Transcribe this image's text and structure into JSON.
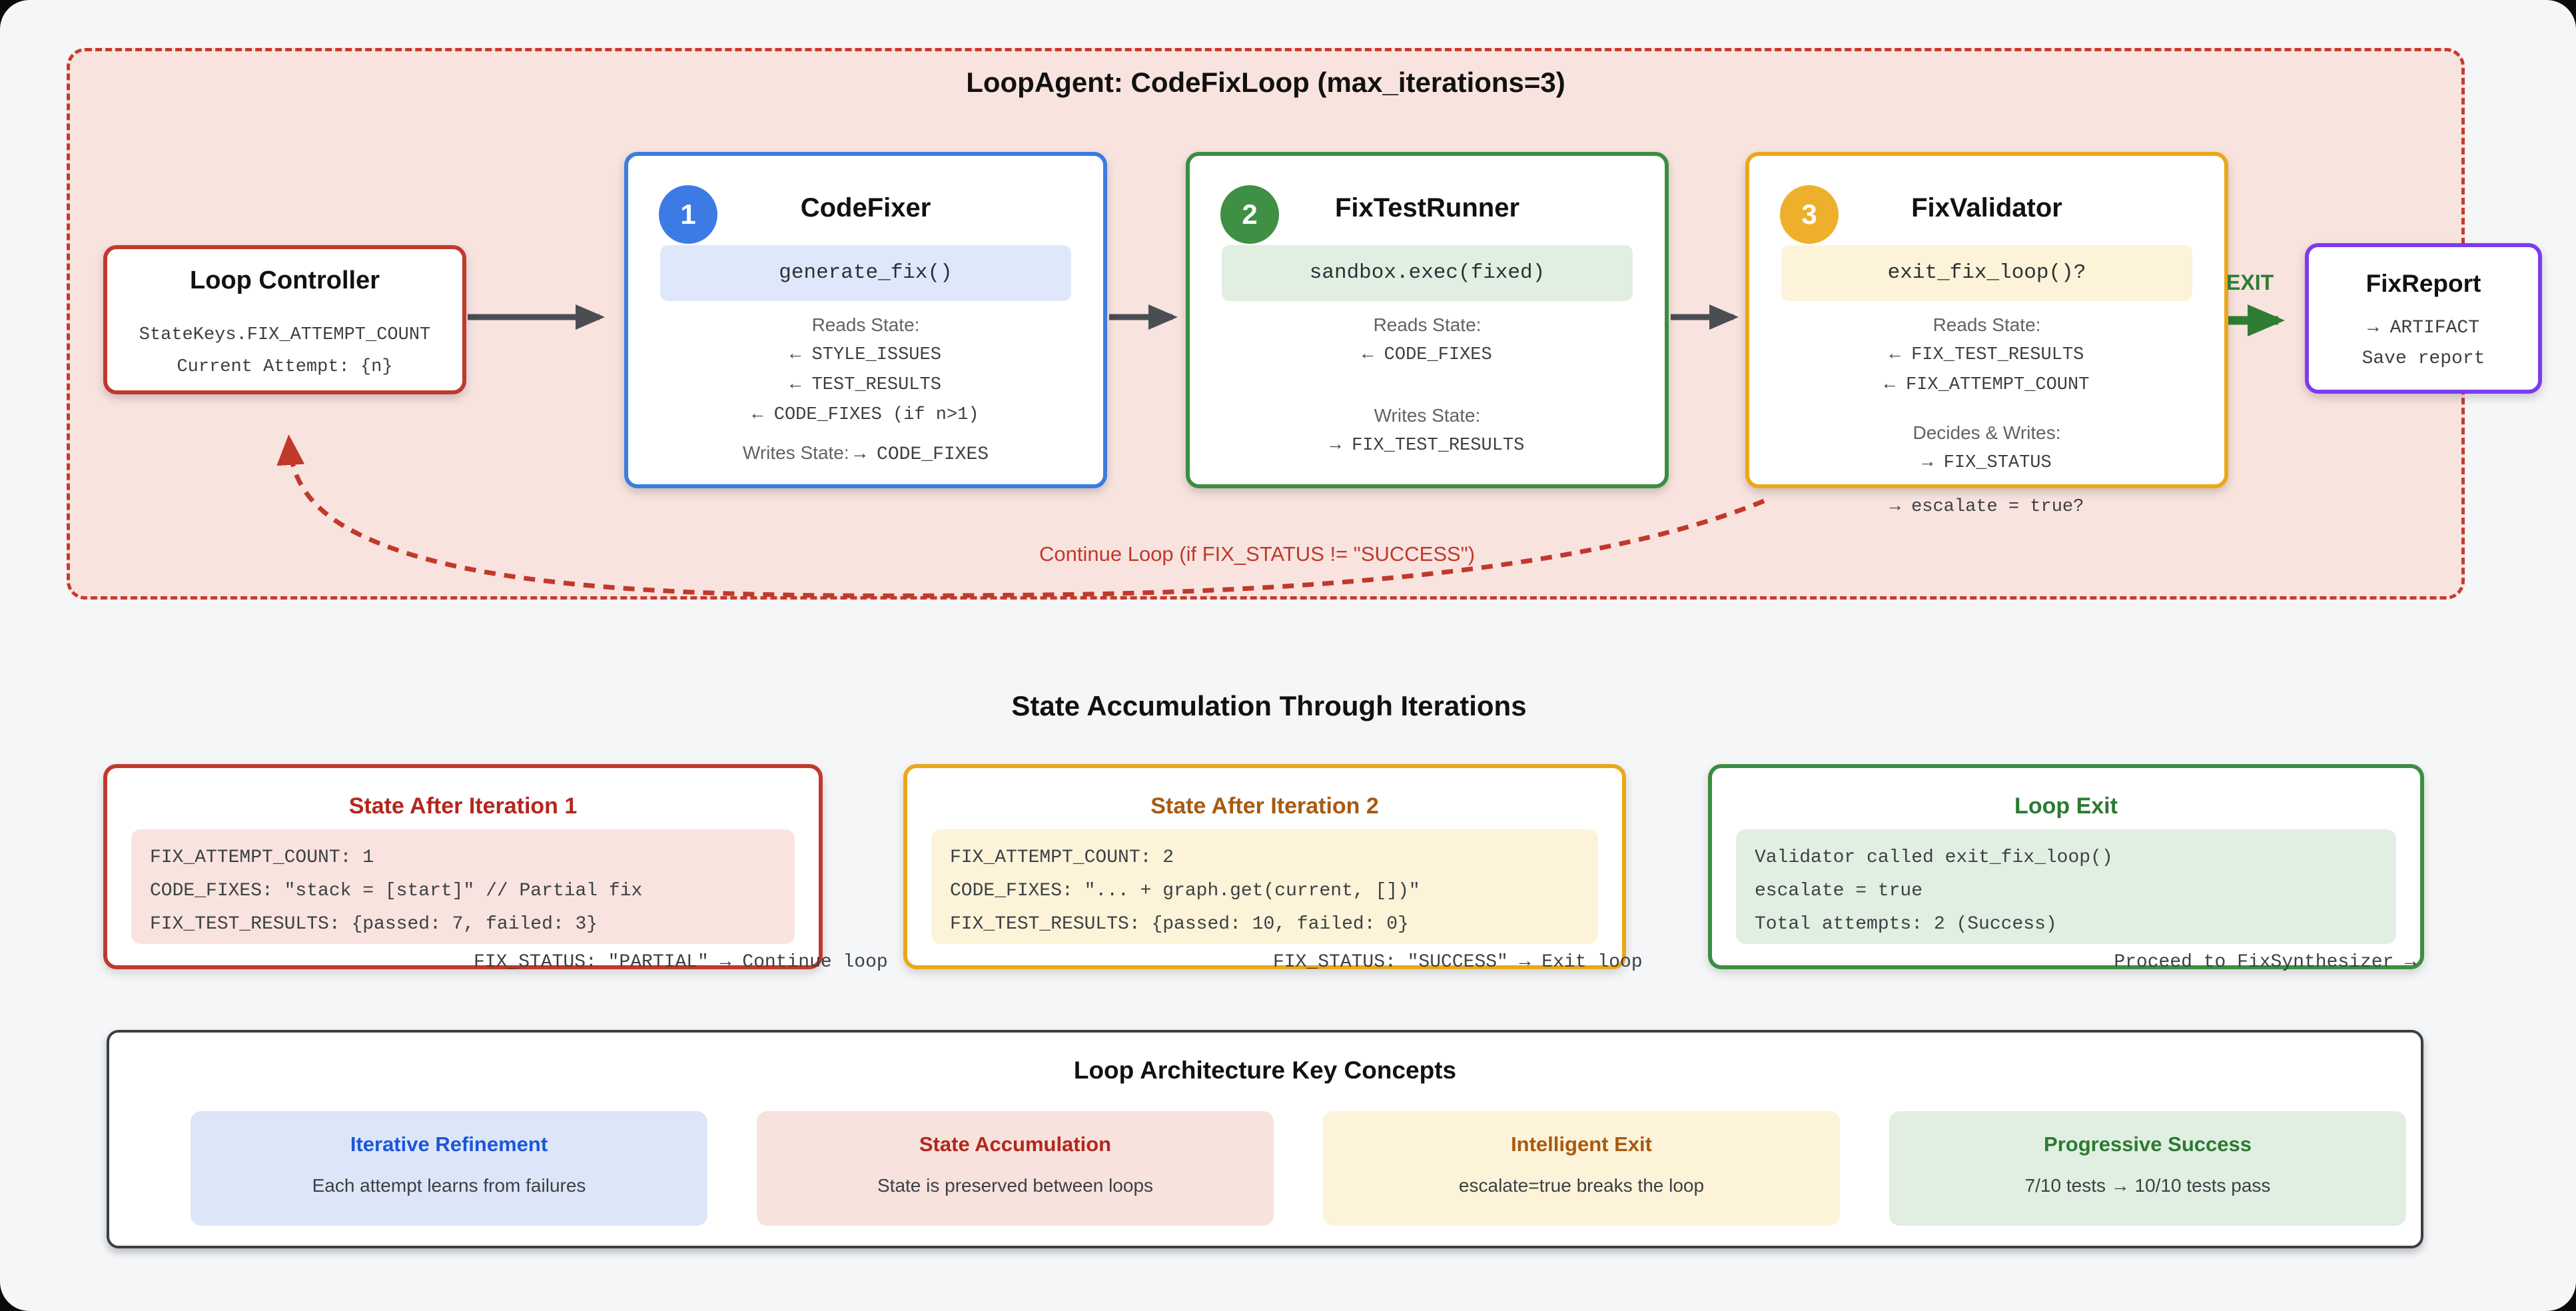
{
  "loop": {
    "title": "LoopAgent: CodeFixLoop (max_iterations=3)",
    "controller": {
      "title": "Loop Controller",
      "line1": "StateKeys.FIX_ATTEMPT_COUNT",
      "line2": "Current Attempt: {n}"
    },
    "codefixer": {
      "badge": "1",
      "title": "CodeFixer",
      "pill": "generate_fix()",
      "reads_label": "Reads State:",
      "read1": "← STYLE_ISSUES",
      "read2": "← TEST_RESULTS",
      "read3": "← CODE_FIXES (if n>1)",
      "writes_label": "Writes State:",
      "writes_value": "→ CODE_FIXES"
    },
    "fixtestrunner": {
      "badge": "2",
      "title": "FixTestRunner",
      "pill": "sandbox.exec(fixed)",
      "reads_label": "Reads State:",
      "read1": "← CODE_FIXES",
      "writes_label": "Writes State:",
      "write1": "→ FIX_TEST_RESULTS"
    },
    "fixvalidator": {
      "badge": "3",
      "title": "FixValidator",
      "pill": "exit_fix_loop()?",
      "reads_label": "Reads State:",
      "read1": "← FIX_TEST_RESULTS",
      "read2": "← FIX_ATTEMPT_COUNT",
      "decides_label": "Decides & Writes:",
      "write1": "→ FIX_STATUS",
      "write2": "→ escalate = true?"
    },
    "fixreport": {
      "title": "FixReport",
      "line1": "→ ARTIFACT",
      "line2": "Save report"
    },
    "exit_label": "EXIT",
    "continue_label": "Continue Loop (if FIX_STATUS != \"SUCCESS\")"
  },
  "states": {
    "heading": "State Accumulation Through Iterations",
    "iteration1": {
      "title": "State After Iteration 1",
      "line1": "FIX_ATTEMPT_COUNT: 1",
      "line2": "CODE_FIXES: \"stack = [start]\" // Partial fix",
      "line3": "FIX_TEST_RESULTS: {passed: 7, failed: 3}",
      "overflow": "FIX_STATUS: \"PARTIAL\" → Continue loop"
    },
    "iteration2": {
      "title": "State After Iteration 2",
      "line1": "FIX_ATTEMPT_COUNT: 2",
      "line2": "CODE_FIXES: \"... + graph.get(current, [])\"",
      "line3": "FIX_TEST_RESULTS: {passed: 10, failed: 0}",
      "overflow": "FIX_STATUS: \"SUCCESS\" → Exit loop"
    },
    "loopexit": {
      "title": "Loop Exit",
      "line1": "Validator called exit_fix_loop()",
      "line2": "escalate = true",
      "line3": "Total attempts: 2 (Success)",
      "overflow": "Proceed to FixSynthesizer →"
    }
  },
  "concepts": {
    "heading": "Loop Architecture Key Concepts",
    "cards": [
      {
        "title": "Iterative Refinement",
        "desc": "Each attempt learns from failures"
      },
      {
        "title": "State Accumulation",
        "desc": "State is preserved between loops"
      },
      {
        "title": "Intelligent Exit",
        "desc": "escalate=true breaks the loop"
      },
      {
        "title": "Progressive Success",
        "desc": "7/10 tests → 10/10 tests pass"
      }
    ]
  },
  "colors": {
    "red": "#c0392b",
    "blue": "#3b7ce0",
    "green": "#3c8d41",
    "amber": "#eaa819",
    "purple": "#7c3bf0",
    "exit_green": "#2e7d32",
    "loop_bg": "#f8e3df",
    "page_bg": "#f5f6f8"
  }
}
